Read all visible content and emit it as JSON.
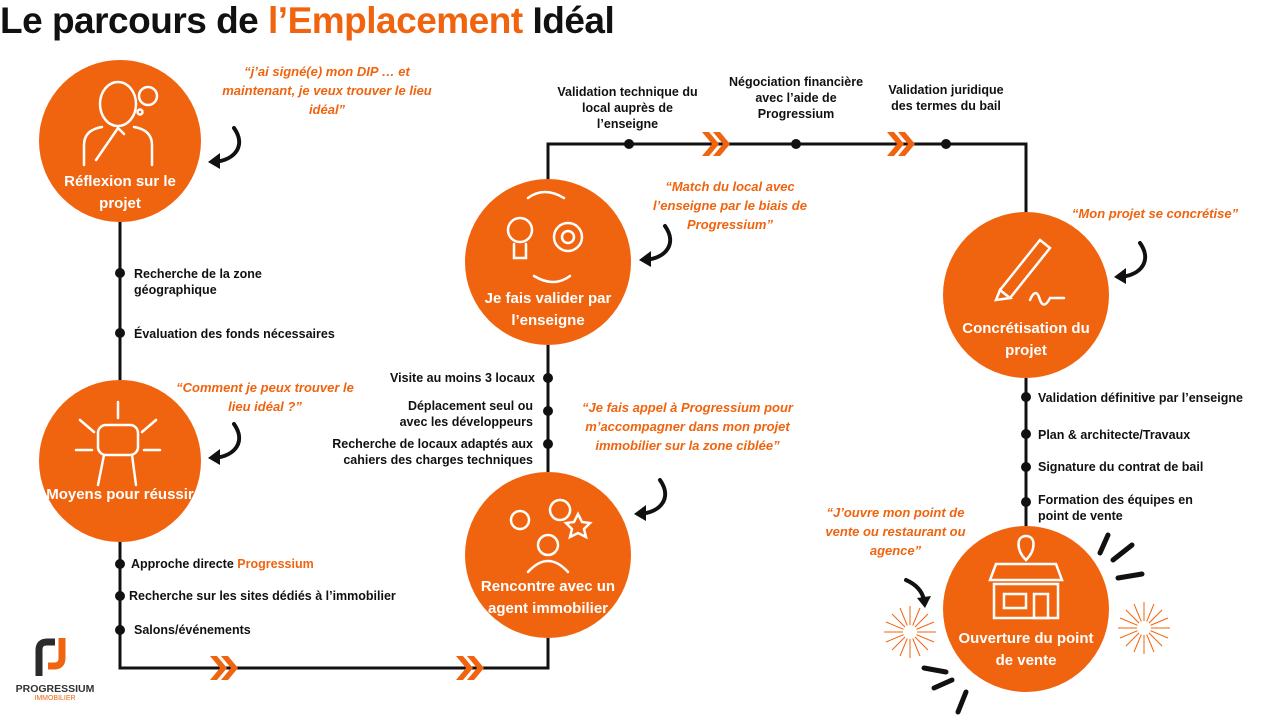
{
  "title": {
    "part1": "Le parcours de ",
    "highlight": "l’Emplacement",
    "part2": " Idéal"
  },
  "colors": {
    "accent": "#f0640f",
    "line": "#111111"
  },
  "stages": [
    {
      "label": "Réflexion sur le projet",
      "icon": "thinking-person-icon",
      "quote": "“j’ai signé(e) mon DIP … et maintenant, je veux trouver le lieu idéal”"
    },
    {
      "label": "Moyens pour réussir",
      "icon": "fist-rays-icon",
      "quote": "“Comment je peux trouver le lieu idéal ?”"
    },
    {
      "label": "Rencontre avec un agent immobilier",
      "icon": "agent-ideas-icon",
      "quote": "“Je fais appel à Progressium pour m’accompagner dans mon projet immobilier sur la zone ciblée”"
    },
    {
      "label": "Je fais valider par l’enseigne",
      "icon": "bulb-gear-icon",
      "quote": "“Match du local avec l’enseigne par le biais de Progressium”"
    },
    {
      "label": "Concrétisation du projet",
      "icon": "pen-signature-icon",
      "quote": "“Mon projet se concrétise”"
    },
    {
      "label": "Ouverture du point de vente",
      "icon": "storefront-icon",
      "quote": "“J’ouvre mon point de vente ou restaurant ou agence”"
    }
  ],
  "steps": {
    "reflexion": [
      "Recherche de la zone géographique",
      "Évaluation des fonds nécessaires"
    ],
    "moyens": {
      "approche_prefix": "Approche directe ",
      "approche_brand": "Progressium",
      "items": [
        "Recherche sur les sites dédiés à l’immobilier",
        "Salons/événements"
      ]
    },
    "rencontre": [
      "Visite au moins 3 locaux",
      "Déplacement seul ou avec les développeurs",
      "Recherche de locaux adaptés aux cahiers des charges techniques"
    ],
    "validation": [
      "Validation technique du local auprès de l’enseigne",
      "Négociation financière avec l’aide de Progressium",
      "Validation juridique des termes du bail"
    ],
    "concretisation": [
      "Validation définitive par l’enseigne",
      "Plan & architecte/Travaux",
      "Signature du contrat de bail",
      "Formation des équipes en point de vente"
    ]
  },
  "logo": {
    "name": "PROGRESSIUM",
    "sub": "IMMOBILIER"
  }
}
